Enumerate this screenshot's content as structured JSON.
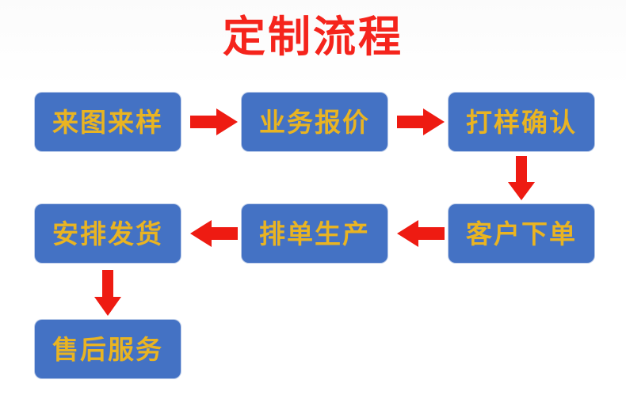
{
  "page": {
    "title": "定制流程",
    "title_color": "#f5241c",
    "background_color": "#ffffff"
  },
  "theme": {
    "node_fill": "#4472c4",
    "node_text_color": "#e9b422",
    "arrow_color": "#ee1b12"
  },
  "flow": {
    "nodes": [
      {
        "id": "node-1",
        "label": "来图来样",
        "row": 1,
        "column": 1
      },
      {
        "id": "node-2",
        "label": "业务报价",
        "row": 1,
        "column": 2
      },
      {
        "id": "node-3",
        "label": "打样确认",
        "row": 1,
        "column": 3
      },
      {
        "id": "node-4",
        "label": "客户下单",
        "row": 2,
        "column": 3
      },
      {
        "id": "node-5",
        "label": "排单生产",
        "row": 2,
        "column": 2
      },
      {
        "id": "node-6",
        "label": "安排发货",
        "row": 2,
        "column": 1
      },
      {
        "id": "node-7",
        "label": "售后服务",
        "row": 3,
        "column": 1
      }
    ],
    "connectors": [
      {
        "id": "arrow-1",
        "from": "来图来样",
        "to": "业务报价",
        "direction": "right"
      },
      {
        "id": "arrow-2",
        "from": "业务报价",
        "to": "打样确认",
        "direction": "right"
      },
      {
        "id": "arrow-3",
        "from": "打样确认",
        "to": "客户下单",
        "direction": "down"
      },
      {
        "id": "arrow-4",
        "from": "客户下单",
        "to": "排单生产",
        "direction": "left"
      },
      {
        "id": "arrow-5",
        "from": "排单生产",
        "to": "安排发货",
        "direction": "left"
      },
      {
        "id": "arrow-6",
        "from": "安排发货",
        "to": "售后服务",
        "direction": "down"
      }
    ]
  }
}
